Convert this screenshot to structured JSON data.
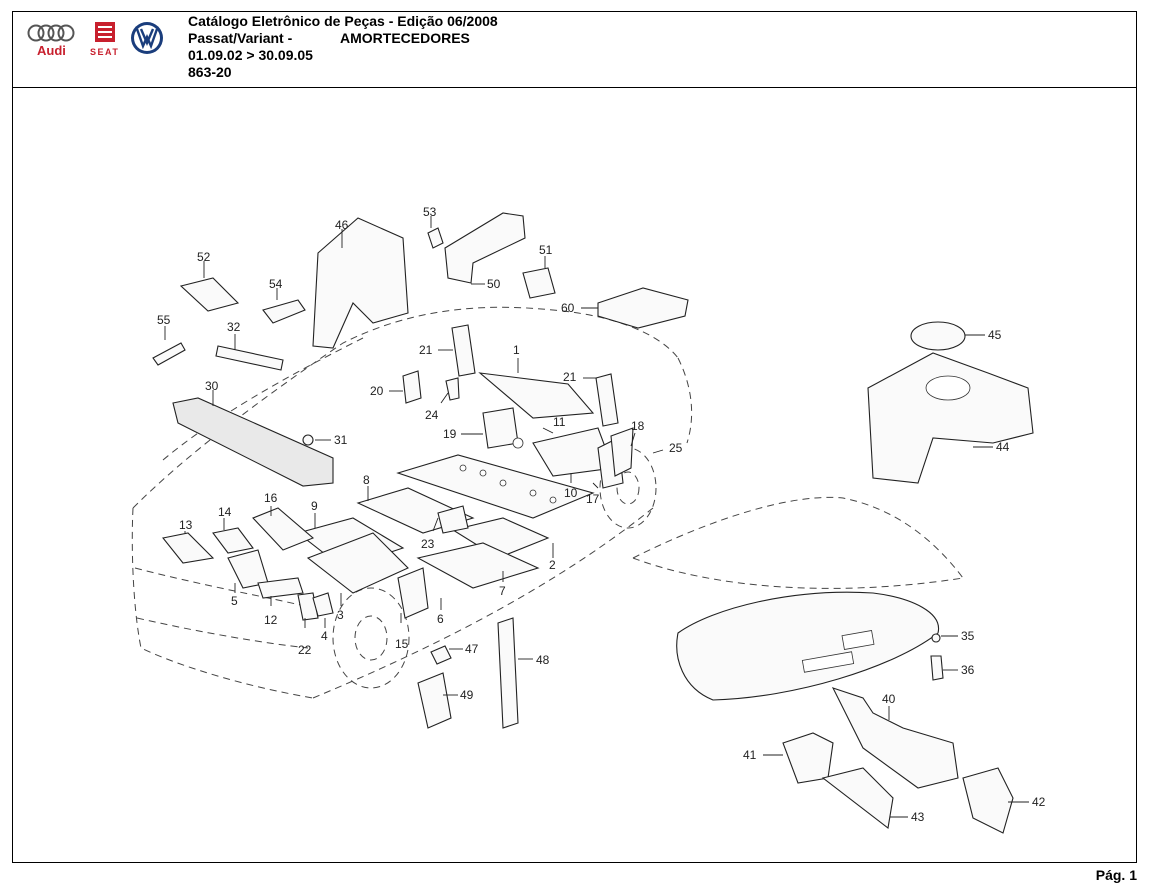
{
  "header": {
    "title": "Catálogo Eletrônico de Peças - Edição 06/2008",
    "model": "Passat/Variant -",
    "section": "AMORTECEDORES",
    "date_range": "01.09.02 > 30.09.05",
    "group_code": "863-20"
  },
  "logos": {
    "audi": "Audi",
    "seat": "SEAT",
    "vw": "VW",
    "brand_color": "#c8202e",
    "vw_color": "#1a3d7c"
  },
  "callouts": {
    "c1": "1",
    "c2": "2",
    "c3": "3",
    "c4": "4",
    "c5": "5",
    "c6": "6",
    "c7": "7",
    "c8": "8",
    "c9": "9",
    "c10": "10",
    "c11": "11",
    "c12": "12",
    "c13": "13",
    "c14": "14",
    "c15": "15",
    "c16": "16",
    "c17": "17",
    "c18": "18",
    "c19": "19",
    "c20": "20",
    "c21a": "21",
    "c21b": "21",
    "c22": "22",
    "c23": "23",
    "c24": "24",
    "c25": "25",
    "c30": "30",
    "c31": "31",
    "c32": "32",
    "c35": "35",
    "c36": "36",
    "c40": "40",
    "c41": "41",
    "c42": "42",
    "c43": "43",
    "c44": "44",
    "c45": "45",
    "c46": "46",
    "c47": "47",
    "c48": "48",
    "c49": "49",
    "c50": "50",
    "c51": "51",
    "c52": "52",
    "c53": "53",
    "c54": "54",
    "c55": "55",
    "c60": "60"
  },
  "footer": {
    "page": "Pág. 1"
  }
}
